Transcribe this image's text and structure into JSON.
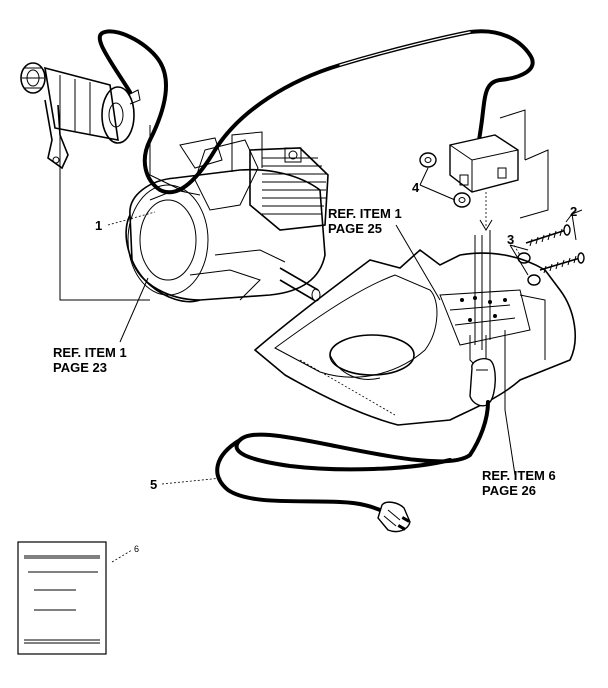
{
  "diagram": {
    "callouts": {
      "item_1": "1",
      "item_2": "2",
      "item_3": "3",
      "item_4": "4",
      "item_5": "5",
      "item_6": "6"
    },
    "references": {
      "engine_ref_line1": "REF. ITEM 1",
      "engine_ref_line2": "PAGE 23",
      "center_ref_line1": "REF. ITEM 1",
      "center_ref_line2": "PAGE 25",
      "housing_ref_line1": "REF. ITEM 6",
      "housing_ref_line2": "PAGE 26"
    }
  }
}
